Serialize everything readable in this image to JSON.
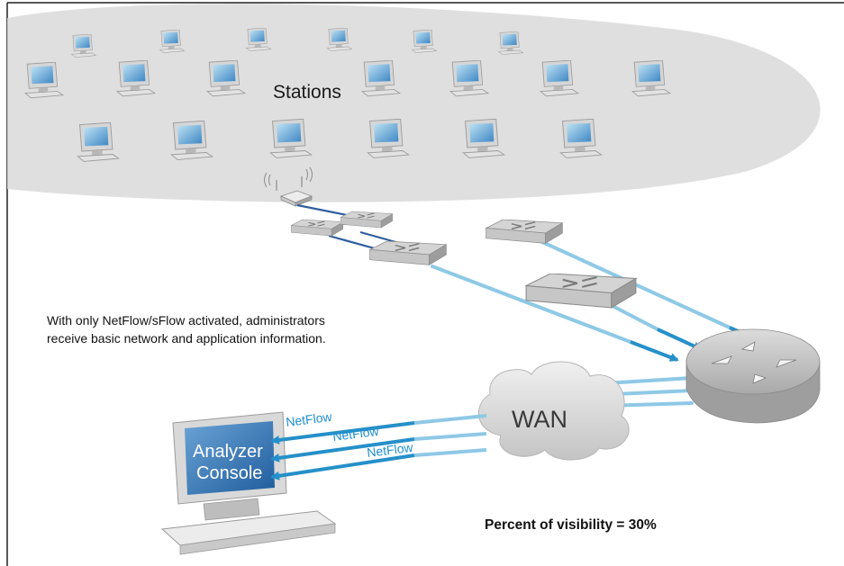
{
  "labels": {
    "stations": "Stations",
    "wan": "WAN",
    "analyzer_line1": "Analyzer",
    "analyzer_line2": "Console",
    "flow1": "NetFlow",
    "flow2": "NetFlow",
    "flow3": "NetFlow"
  },
  "caption": {
    "line1": "With only NetFlow/sFlow activated,  administrators",
    "line2": "receive basic network and application information."
  },
  "visibility": "Percent of visibility = 30%",
  "colors": {
    "ellipse": "#d8d8d8",
    "link_dark": "#2e5e9e",
    "link_light": "#8ec9e6",
    "arrow_blue": "#2590c9",
    "netflow_text": "#1f8fd0",
    "screen_blue": "#3a7fc1"
  }
}
